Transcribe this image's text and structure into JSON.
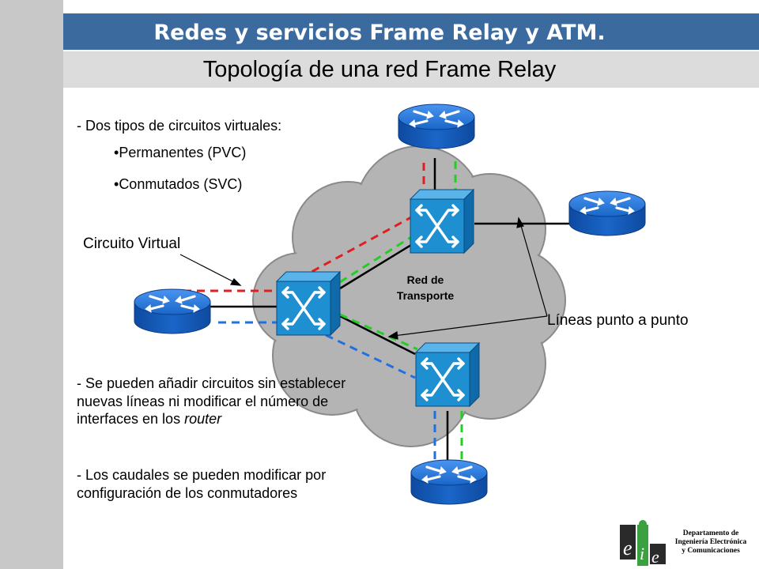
{
  "header": {
    "course_title": "Redes y servicios Frame Relay y ATM.",
    "slide_title": "Topología de una red Frame Relay"
  },
  "text": {
    "vc_types_intro": "- Dos tipos de circuitos virtuales:",
    "vc_types": [
      "Permanentes (PVC)",
      "Conmutados (SVC)"
    ],
    "circuit_label": "Circuito Virtual",
    "network_label_line1": "Red de",
    "network_label_line2": "Transporte",
    "lines_label": "Líneas punto a punto",
    "note1_prefix": "- Se pueden añadir circuitos sin establecer nuevas líneas ni modificar el número de interfaces en los ",
    "note1_emph": "router",
    "note2": "- Los caudales se pueden modificar por configuración de los conmutadores"
  },
  "footer": {
    "dept_line1": "Departamento de",
    "dept_line2": "Ingeniería Electrónica",
    "dept_line3": "y Comunicaciones",
    "logo_letters": [
      "e",
      "i",
      "e"
    ]
  },
  "colors": {
    "header_blue": "#3a6a9e",
    "subtitle_gray": "#dcdcdc",
    "strip_gray": "#c8c8c8",
    "cloud_gray": "#b4b4b4",
    "router_blue": "#1f6fcf",
    "switch_blue": "#1e8fd0",
    "vc_red": "#e02020",
    "vc_green": "#20d020",
    "vc_blue": "#2070e0",
    "logo_green": "#3aa040"
  },
  "icons": {
    "router": "router-icon",
    "switch": "frame-relay-switch-icon",
    "cloud": "network-cloud"
  }
}
